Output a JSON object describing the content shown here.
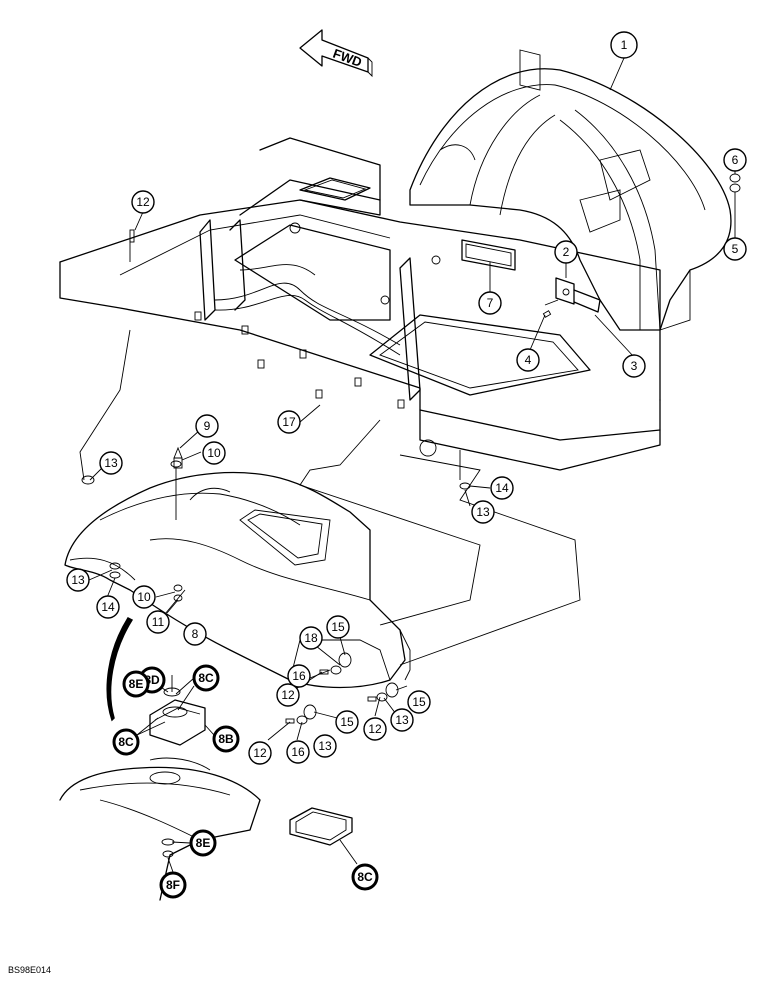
{
  "figure": {
    "code": "BS98E014",
    "fwd_label": "FWD"
  },
  "callouts": [
    {
      "id": "c1",
      "label": "1"
    },
    {
      "id": "c2",
      "label": "2"
    },
    {
      "id": "c3",
      "label": "3"
    },
    {
      "id": "c4",
      "label": "4"
    },
    {
      "id": "c5",
      "label": "5"
    },
    {
      "id": "c6",
      "label": "6"
    },
    {
      "id": "c7",
      "label": "7"
    },
    {
      "id": "c8",
      "label": "8"
    },
    {
      "id": "c9",
      "label": "9"
    },
    {
      "id": "c10a",
      "label": "10"
    },
    {
      "id": "c10b",
      "label": "10"
    },
    {
      "id": "c11",
      "label": "11"
    },
    {
      "id": "c12a",
      "label": "12"
    },
    {
      "id": "c12b",
      "label": "12"
    },
    {
      "id": "c12c",
      "label": "12"
    },
    {
      "id": "c12d",
      "label": "12"
    },
    {
      "id": "c13a",
      "label": "13"
    },
    {
      "id": "c13b",
      "label": "13"
    },
    {
      "id": "c13c",
      "label": "13"
    },
    {
      "id": "c13d",
      "label": "13"
    },
    {
      "id": "c13e",
      "label": "13"
    },
    {
      "id": "c14a",
      "label": "14"
    },
    {
      "id": "c14b",
      "label": "14"
    },
    {
      "id": "c15a",
      "label": "15"
    },
    {
      "id": "c15b",
      "label": "15"
    },
    {
      "id": "c15c",
      "label": "15"
    },
    {
      "id": "c16a",
      "label": "16"
    },
    {
      "id": "c16b",
      "label": "16"
    },
    {
      "id": "c17",
      "label": "17"
    },
    {
      "id": "c18",
      "label": "18"
    },
    {
      "id": "c8d",
      "label": "8D"
    },
    {
      "id": "c8e1",
      "label": "8E"
    },
    {
      "id": "c8c1",
      "label": "8C"
    },
    {
      "id": "c8c2",
      "label": "8C"
    },
    {
      "id": "c8b",
      "label": "8B"
    },
    {
      "id": "c8e2",
      "label": "8E"
    },
    {
      "id": "c8f",
      "label": "8F"
    },
    {
      "id": "c8c3",
      "label": "8C"
    }
  ]
}
